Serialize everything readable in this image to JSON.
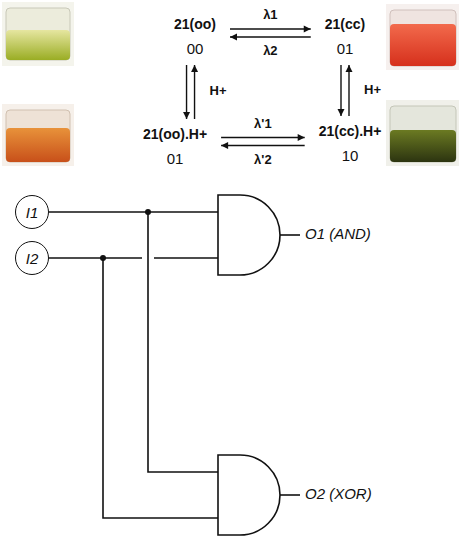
{
  "diagram": {
    "nodes": [
      {
        "text": [
          "21(oo)",
          "00"
        ]
      },
      {
        "text": [
          "21(cc)",
          "01"
        ]
      },
      {
        "text": [
          "21(oo).H+",
          "01"
        ]
      },
      {
        "text": [
          "21(cc).H+",
          "10"
        ]
      },
      {
        "text": [
          "I1"
        ]
      },
      {
        "text": [
          "I2"
        ]
      }
    ],
    "edges": [
      {
        "from": 0,
        "to": 1,
        "label": "λ1",
        "arrow": "to"
      },
      {
        "from": 1,
        "to": 0,
        "label": "λ2",
        "arrow": "to"
      },
      {
        "from": 0,
        "to": 2,
        "label": "H+",
        "arrow": "to"
      },
      {
        "from": 2,
        "to": 0,
        "arrow": "to"
      },
      {
        "from": 1,
        "to": 3,
        "label": "H+",
        "arrow": "to"
      },
      {
        "from": 3,
        "to": 1,
        "arrow": "to"
      },
      {
        "from": 2,
        "to": 3,
        "label": "λ'1",
        "arrow": "to"
      },
      {
        "from": 3,
        "to": 2,
        "label": "λ'2",
        "arrow": "to"
      }
    ],
    "labels": [
      "O1 (AND)",
      "O2 (XOR)"
    ]
  }
}
